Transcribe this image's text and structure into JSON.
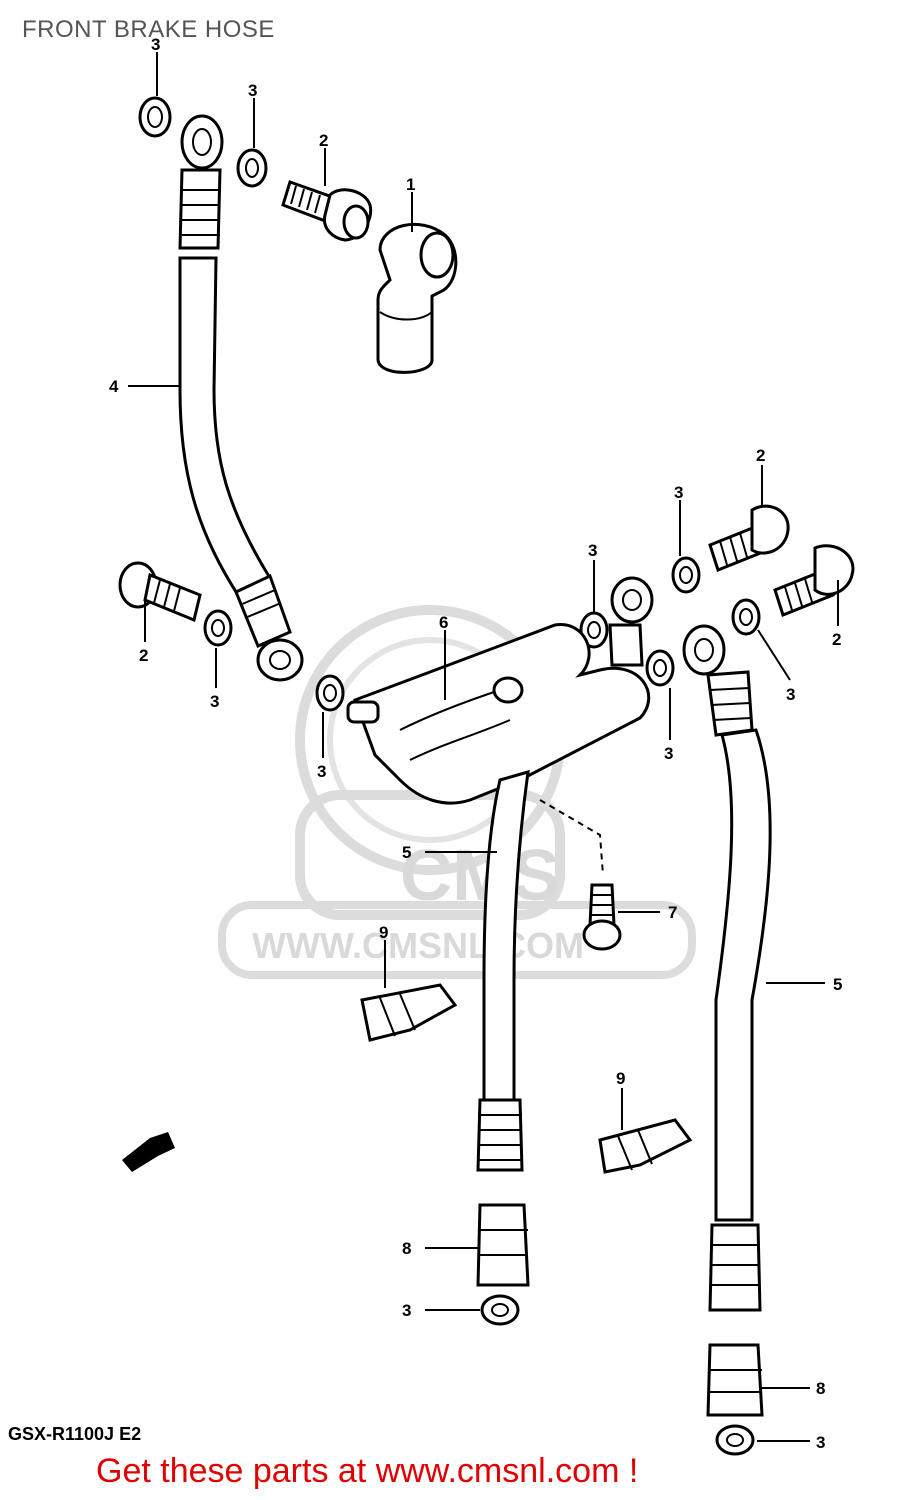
{
  "header": {
    "title": "FRONT BRAKE HOSE"
  },
  "watermark": {
    "logo_text": "CMS",
    "url_text": "WWW.CMSNL.COM",
    "color": "#d9d9d9"
  },
  "callouts": {
    "c3_top": "3",
    "c3_a": "3",
    "c2_top": "2",
    "c1": "1",
    "c4": "4",
    "c2_left": "2",
    "c3_left": "3",
    "c3_mid": "3",
    "c6": "6",
    "c3_centre": "3",
    "c3_right1": "3",
    "c2_right1": "2",
    "c2_right2": "2",
    "c3_right2": "3",
    "c3_right3": "3",
    "c5_left": "5",
    "c7": "7",
    "c9_left": "9",
    "c9_right": "9",
    "c5_right": "5",
    "c8_left": "8",
    "c3_bottom_left": "3",
    "c8_right": "8",
    "c3_bottom_right": "3"
  },
  "footer": {
    "model_code": "GSX-R1100J E2",
    "cta_text": "Get these parts at www.cmsnl.com !",
    "cta_color": "#e00000"
  }
}
